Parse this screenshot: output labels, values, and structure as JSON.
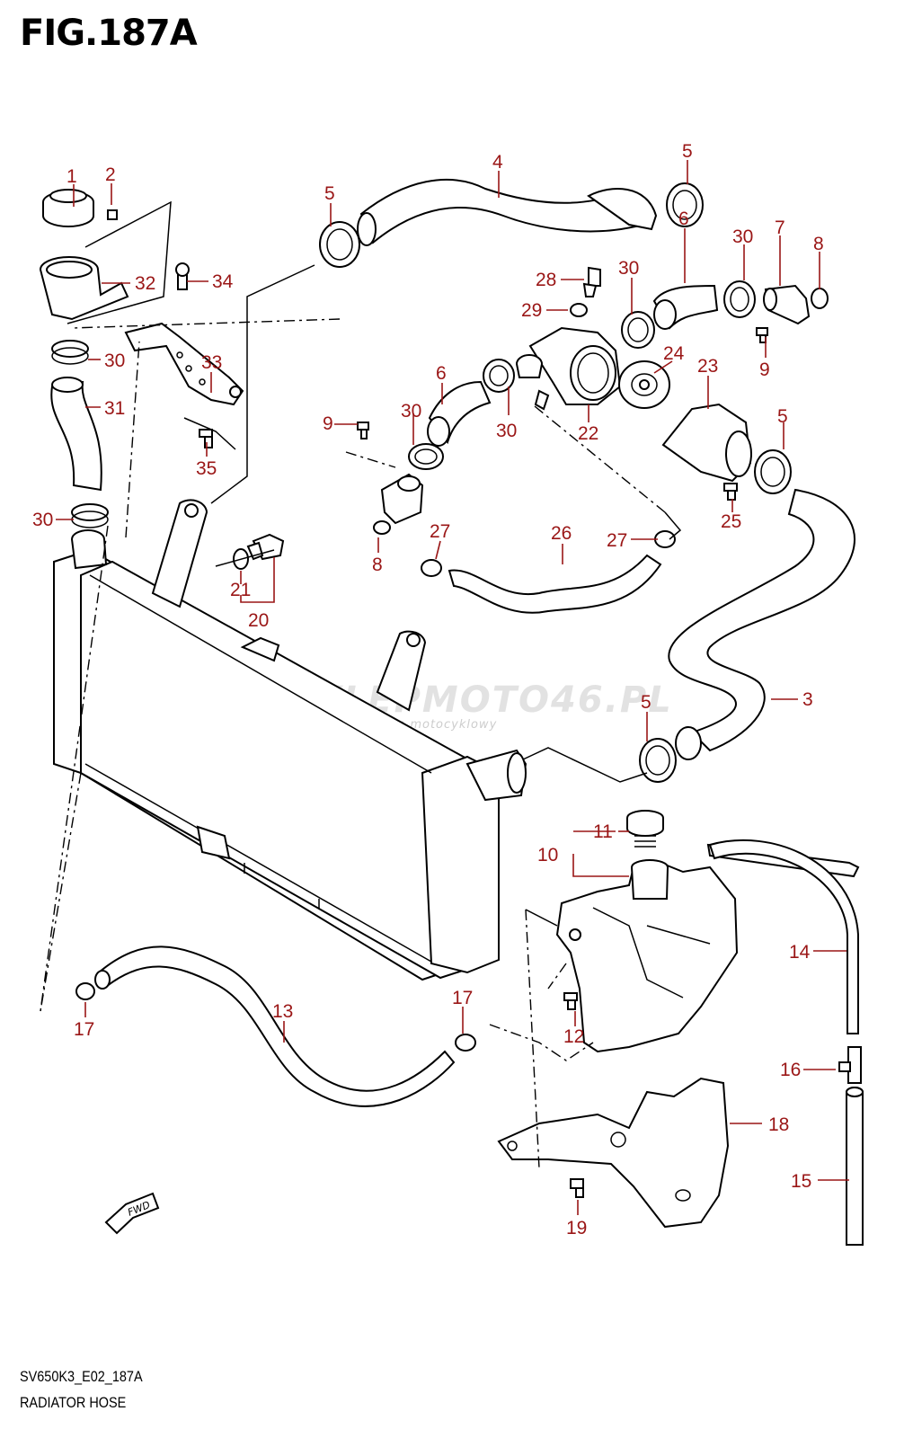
{
  "figure": {
    "title": "FIG.187A",
    "code": "SV650K3_E02_187A",
    "caption": "RADIATOR HOSE"
  },
  "watermark": {
    "brand": "SKLEPMOTO46.PL",
    "tagline": "internetowy sklep motocyklowy"
  },
  "fwd_label": "FWD",
  "colors": {
    "callout": "#9a1616",
    "line": "#000000",
    "watermark": "#cccccc"
  },
  "callouts": [
    {
      "id": "c1",
      "label": "1"
    },
    {
      "id": "c2",
      "label": "2"
    },
    {
      "id": "c32",
      "label": "32"
    },
    {
      "id": "c34",
      "label": "34"
    },
    {
      "id": "c30a",
      "label": "30"
    },
    {
      "id": "c33",
      "label": "33"
    },
    {
      "id": "c31",
      "label": "31"
    },
    {
      "id": "c35",
      "label": "35"
    },
    {
      "id": "c30b",
      "label": "30"
    },
    {
      "id": "c21",
      "label": "21"
    },
    {
      "id": "c20",
      "label": "20"
    },
    {
      "id": "c5a",
      "label": "5"
    },
    {
      "id": "c4",
      "label": "4"
    },
    {
      "id": "c5b",
      "label": "5"
    },
    {
      "id": "c6a",
      "label": "6"
    },
    {
      "id": "c30c",
      "label": "30"
    },
    {
      "id": "c7",
      "label": "7"
    },
    {
      "id": "c8a",
      "label": "8"
    },
    {
      "id": "c28",
      "label": "28"
    },
    {
      "id": "c30d",
      "label": "30"
    },
    {
      "id": "c29",
      "label": "29"
    },
    {
      "id": "c9a",
      "label": "9"
    },
    {
      "id": "c24",
      "label": "24"
    },
    {
      "id": "c23",
      "label": "23"
    },
    {
      "id": "c6b",
      "label": "6"
    },
    {
      "id": "c9b",
      "label": "9"
    },
    {
      "id": "c30e",
      "label": "30"
    },
    {
      "id": "c30f",
      "label": "30"
    },
    {
      "id": "c22",
      "label": "22"
    },
    {
      "id": "c5c",
      "label": "5"
    },
    {
      "id": "c25",
      "label": "25"
    },
    {
      "id": "c8b",
      "label": "8"
    },
    {
      "id": "c27a",
      "label": "27"
    },
    {
      "id": "c26",
      "label": "26"
    },
    {
      "id": "c27b",
      "label": "27"
    },
    {
      "id": "c5d",
      "label": "5"
    },
    {
      "id": "c3",
      "label": "3"
    },
    {
      "id": "c11",
      "label": "11"
    },
    {
      "id": "c10",
      "label": "10"
    },
    {
      "id": "c14",
      "label": "14"
    },
    {
      "id": "c13",
      "label": "13"
    },
    {
      "id": "c17a",
      "label": "17"
    },
    {
      "id": "c17b",
      "label": "17"
    },
    {
      "id": "c12",
      "label": "12"
    },
    {
      "id": "c16",
      "label": "16"
    },
    {
      "id": "c18",
      "label": "18"
    },
    {
      "id": "c15",
      "label": "15"
    },
    {
      "id": "c19",
      "label": "19"
    }
  ]
}
